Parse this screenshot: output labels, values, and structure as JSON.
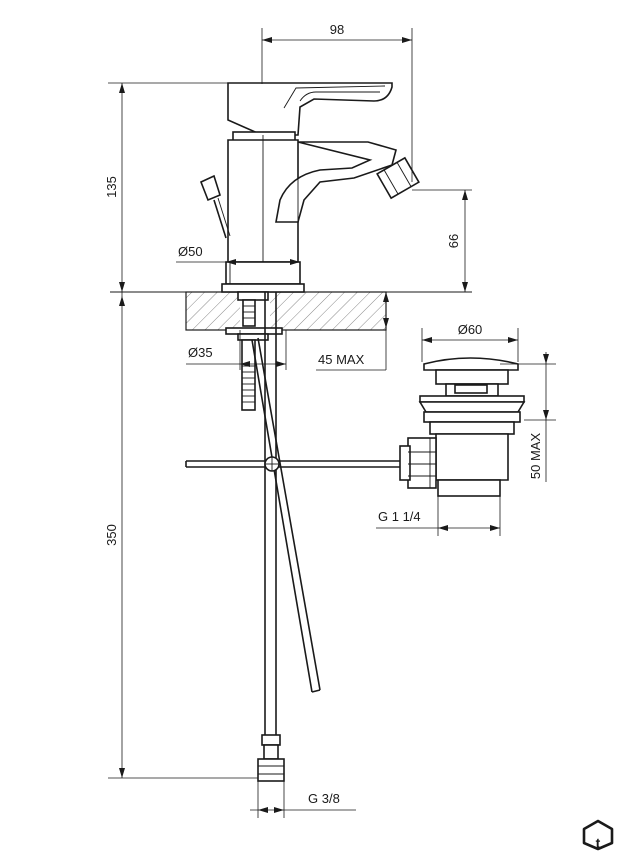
{
  "dimensions": {
    "width_98": "98",
    "height_135": "135",
    "height_66": "66",
    "dia_50": "Ø50",
    "dia_35": "Ø35",
    "max_45": "45 MAX",
    "dia_60": "Ø60",
    "max_50": "50 MAX",
    "g_114": "G 1 1/4",
    "height_350": "350",
    "g_38": "G 3/8"
  },
  "logo": {
    "letter": "t"
  },
  "colors": {
    "line": "#1a1a1a",
    "hatch": "#555555",
    "background": "#ffffff"
  }
}
